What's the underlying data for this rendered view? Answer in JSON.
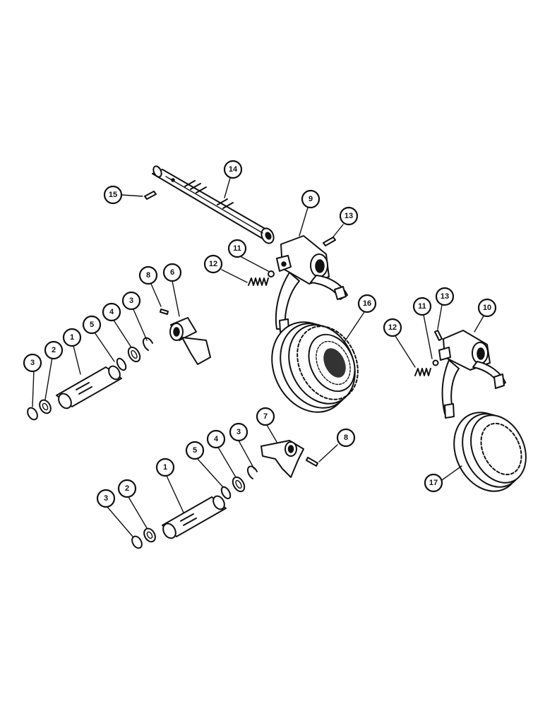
{
  "callouts": [
    {
      "id": "c14",
      "label": "14"
    },
    {
      "id": "c15",
      "label": "15"
    },
    {
      "id": "c9",
      "label": "9"
    },
    {
      "id": "c13a",
      "label": "13"
    },
    {
      "id": "c11a",
      "label": "11"
    },
    {
      "id": "c12a",
      "label": "12"
    },
    {
      "id": "c8a",
      "label": "8"
    },
    {
      "id": "c6",
      "label": "6"
    },
    {
      "id": "c16",
      "label": "16"
    },
    {
      "id": "c11b",
      "label": "11"
    },
    {
      "id": "c13b",
      "label": "13"
    },
    {
      "id": "c10",
      "label": "10"
    },
    {
      "id": "c12b",
      "label": "12"
    },
    {
      "id": "c1a",
      "label": "1"
    },
    {
      "id": "c5a",
      "label": "5"
    },
    {
      "id": "c4a",
      "label": "4"
    },
    {
      "id": "c3a",
      "label": "3"
    },
    {
      "id": "c3b",
      "label": "3"
    },
    {
      "id": "c2a",
      "label": "2"
    },
    {
      "id": "c7",
      "label": "7"
    },
    {
      "id": "c8b",
      "label": "8"
    },
    {
      "id": "c3c",
      "label": "3"
    },
    {
      "id": "c4b",
      "label": "4"
    },
    {
      "id": "c5b",
      "label": "5"
    },
    {
      "id": "c1b",
      "label": "1"
    },
    {
      "id": "c2b",
      "label": "2"
    },
    {
      "id": "c3d",
      "label": "3"
    },
    {
      "id": "c17",
      "label": "17"
    }
  ]
}
